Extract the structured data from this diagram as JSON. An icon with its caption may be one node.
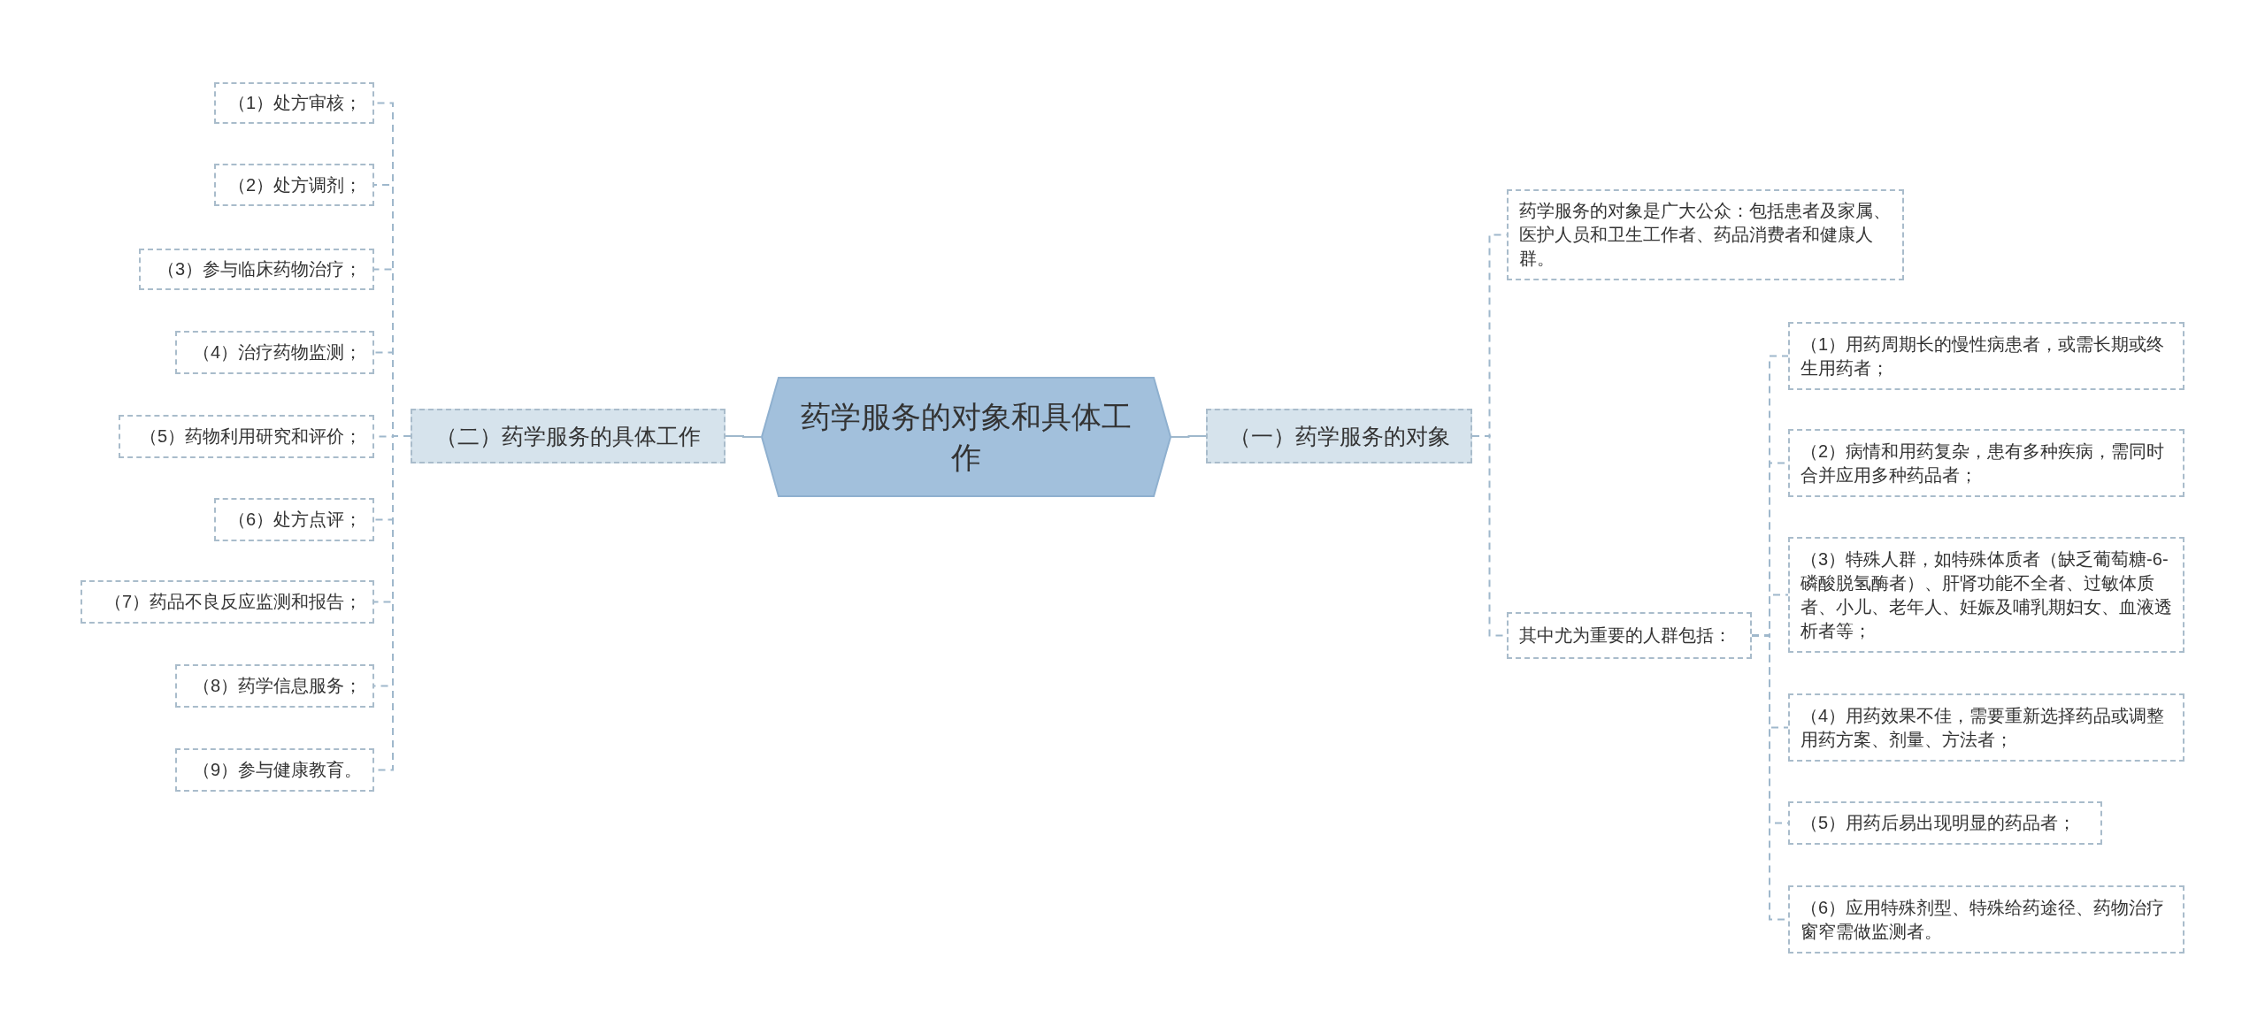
{
  "diagram": {
    "nodes": [
      {
        "text": [
          "药学服务的对象和具体工作"
        ]
      },
      {
        "text": [
          "（一）药学服务的对象"
        ]
      },
      {
        "text": [
          "药学服务的对象是广大公众：包括患者及家属、医护人员和卫生工作者、药品消费者和健康人群。"
        ]
      },
      {
        "text": [
          "其中尤为重要的人群包括："
        ]
      },
      {
        "text": [
          "（1）用药周期长的慢性病患者，或需长期或终生用药者；"
        ]
      },
      {
        "text": [
          "（2）病情和用药复杂，患有多种疾病，需同时合并应用多种药品者；"
        ]
      },
      {
        "text": [
          "（3）特殊人群，如特殊体质者（缺乏葡萄糖-6-磷酸脱氢酶者）、肝肾功能不全者、过敏体质者、小儿、老年人、妊娠及哺乳期妇女、血液透析者等；"
        ]
      },
      {
        "text": [
          "（4）用药效果不佳，需要重新选择药品或调整用药方案、剂量、方法者；"
        ]
      },
      {
        "text": [
          "（5）用药后易出现明显的药品者；"
        ]
      },
      {
        "text": [
          "（6）应用特殊剂型、特殊给药途径、药物治疗窗窄需做监测者。"
        ]
      },
      {
        "text": [
          "（二）药学服务的具体工作"
        ]
      },
      {
        "text": [
          "（1）处方审核；"
        ]
      },
      {
        "text": [
          "（2）处方调剂；"
        ]
      },
      {
        "text": [
          "（3）参与临床药物治疗；"
        ]
      },
      {
        "text": [
          "（4）治疗药物监测；"
        ]
      },
      {
        "text": [
          "（5）药物利用研究和评价；"
        ]
      },
      {
        "text": [
          "（6）处方点评；"
        ]
      },
      {
        "text": [
          "（7）药品不良反应监测和报告；"
        ]
      },
      {
        "text": [
          "（8）药学信息服务；"
        ]
      },
      {
        "text": [
          "（9）参与健康教育。"
        ]
      }
    ],
    "edges": [
      {
        "from": 0,
        "to": 1,
        "arrow": "none"
      },
      {
        "from": 0,
        "to": 10,
        "arrow": "none"
      },
      {
        "from": 1,
        "to": 2,
        "arrow": "none",
        "style": "dashed"
      },
      {
        "from": 1,
        "to": 3,
        "arrow": "none",
        "style": "dashed"
      },
      {
        "from": 3,
        "to": 4,
        "arrow": "none",
        "style": "dashed"
      },
      {
        "from": 3,
        "to": 5,
        "arrow": "none",
        "style": "dashed"
      },
      {
        "from": 3,
        "to": 6,
        "arrow": "none",
        "style": "dashed"
      },
      {
        "from": 3,
        "to": 7,
        "arrow": "none",
        "style": "dashed"
      },
      {
        "from": 3,
        "to": 8,
        "arrow": "none",
        "style": "dashed"
      },
      {
        "from": 3,
        "to": 9,
        "arrow": "none",
        "style": "dashed"
      },
      {
        "from": 10,
        "to": 11,
        "arrow": "none",
        "style": "dashed"
      },
      {
        "from": 10,
        "to": 12,
        "arrow": "none",
        "style": "dashed"
      },
      {
        "from": 10,
        "to": 13,
        "arrow": "none",
        "style": "dashed"
      },
      {
        "from": 10,
        "to": 14,
        "arrow": "none",
        "style": "dashed"
      },
      {
        "from": 10,
        "to": 15,
        "arrow": "none",
        "style": "dashed"
      },
      {
        "from": 10,
        "to": 16,
        "arrow": "none",
        "style": "dashed"
      },
      {
        "from": 10,
        "to": 17,
        "arrow": "none",
        "style": "dashed"
      },
      {
        "from": 10,
        "to": 18,
        "arrow": "none",
        "style": "dashed"
      },
      {
        "from": 10,
        "to": 19,
        "arrow": "none",
        "style": "dashed"
      }
    ]
  }
}
